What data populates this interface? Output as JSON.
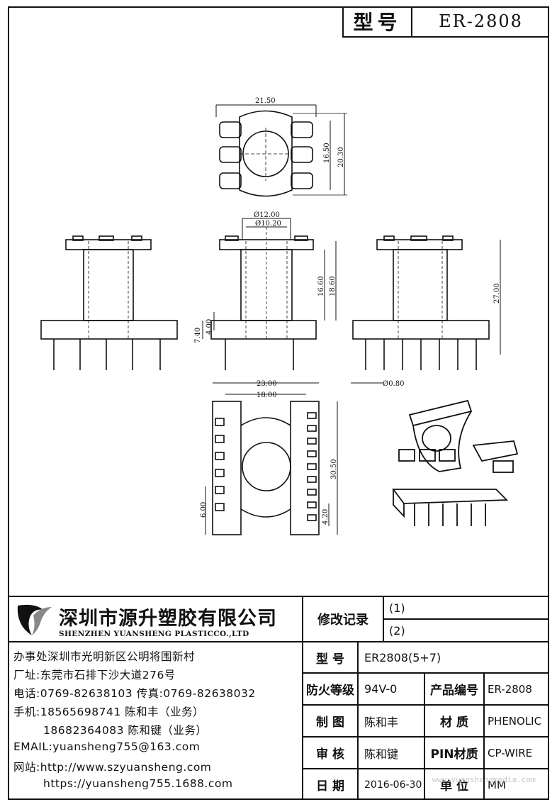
{
  "header": {
    "label": "型号",
    "model": "ER-2808"
  },
  "dimensions": {
    "top_width": "21.50",
    "top_h1": "16.50",
    "top_h2": "20.30",
    "dia_outer": "Ø12.00",
    "dia_inner": "Ø10.20",
    "front_h1": "16.60",
    "front_h2": "18.60",
    "side_h1": "4.00",
    "side_h2": "7.40",
    "right_h": "27.00",
    "pin_dia": "Ø0.80",
    "bot_w1": "23.00",
    "bot_w2": "18.00",
    "bot_h": "30.50",
    "bot_p1": "6.00",
    "bot_p2": "4.20"
  },
  "company": {
    "name_cn": "深圳市源升塑胶有限公司",
    "name_en": "SHENZHEN YUANSHENG PLASTICCO.,LTD",
    "office": "办事处深圳市光明新区公明将围新村",
    "factory": "厂址:东莞市石排下沙大道276号",
    "phone": "电话:0769-82638103 传真:0769-82638032",
    "mobile1": "手机:18565698741 陈和丰（业务）",
    "mobile2": "18682364083 陈和键（业务）",
    "email": "EMAIL:yuansheng755@163.com",
    "web1": "网站:http://www.szyuansheng.com",
    "web2": "https://yuansheng755.1688.com"
  },
  "table": {
    "revision_label": "修改记录",
    "rev1": "(1)",
    "rev2": "(2)",
    "model_label": "型 号",
    "model_value": "ER2808(5+7)",
    "fire_label": "防火等级",
    "fire_value": "94V-0",
    "code_label": "产品编号",
    "code_value": "ER-2808",
    "draw_label": "制 图",
    "draw_value": "陈和丰",
    "material_label": "材 质",
    "material_value": "PHENOLIC",
    "check_label": "审 核",
    "check_value": "陈和键",
    "pin_label": "PIN材质",
    "pin_value": "CP-WIRE",
    "date_label": "日 期",
    "date_value": "2016-06-30",
    "unit_label": "单 位",
    "unit_value": "MM"
  },
  "watermark": "www.yuanshengmedia.com"
}
